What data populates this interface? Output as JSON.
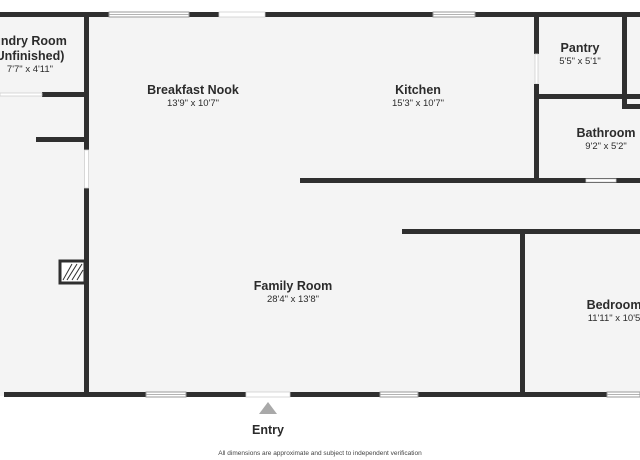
{
  "rooms": {
    "laundry": {
      "name_line1": "undry Room",
      "name_line2": "Unfinished)",
      "dims": "7'7\" x 4'11\""
    },
    "breakfast_nook": {
      "name": "Breakfast Nook",
      "dims": "13'9\" x 10'7\""
    },
    "kitchen": {
      "name": "Kitchen",
      "dims": "15'3\" x 10'7\""
    },
    "pantry": {
      "name": "Pantry",
      "dims": "5'5\" x 5'1\""
    },
    "bathroom": {
      "name": "Bathroom",
      "dims": "9'2\" x 5'2\""
    },
    "family_room": {
      "name": "Family Room",
      "dims": "28'4\" x 13'8\""
    },
    "bedroom": {
      "name": "Bedroom",
      "dims": "11'11\" x 10'5"
    }
  },
  "entry_label": "Entry",
  "footnote": "All dimensions are approximate and subject to independent verification",
  "colors": {
    "wall": "#2f2f2f",
    "floor": "#f4f4f4",
    "window": "#9a9a9a",
    "entry_arrow": "#a9a9a9"
  }
}
